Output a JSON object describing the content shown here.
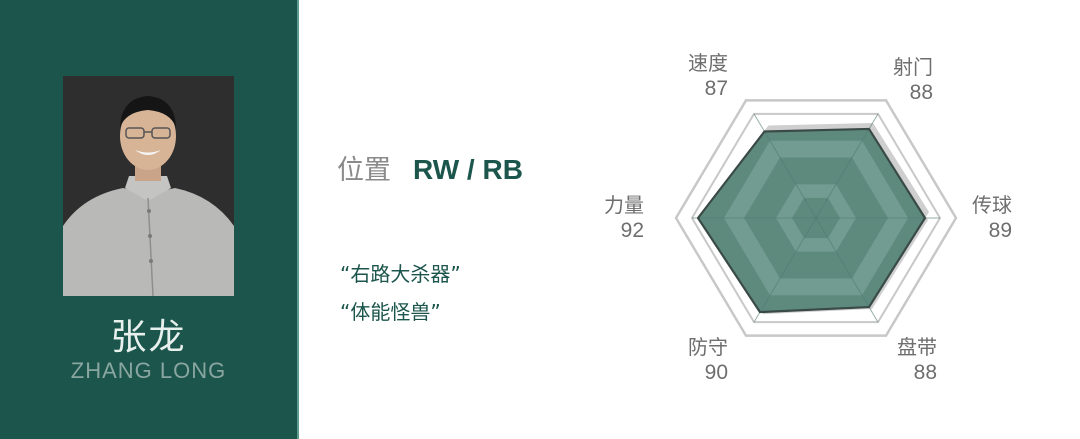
{
  "profile": {
    "name_cn": "张龙",
    "name_en": "ZHANG LONG",
    "photo": "portrait-photo"
  },
  "position": {
    "label": "位置",
    "value": "RW / RB"
  },
  "nicknames": [
    "“右路大杀器”",
    "“体能怪兽”"
  ],
  "colors": {
    "panel": "#1b554c",
    "accent_text": "#1b554c",
    "radar_fill": "#5e8a7e",
    "radar_band": "#729c91",
    "radar_outline": "#3a4a46",
    "grid": "#c8c8c8"
  },
  "chart_data": {
    "type": "radar",
    "title": "",
    "categories": [
      "速度",
      "射门",
      "传球",
      "盘带",
      "防守",
      "力量"
    ],
    "series": [
      {
        "name": "张龙",
        "values": [
          87,
          88,
          89,
          88,
          90,
          92
        ]
      }
    ],
    "axis_order_clockwise_from_top_left": [
      "速度",
      "射门",
      "传球",
      "盘带",
      "防守",
      "力量"
    ],
    "labels": [
      {
        "name": "速度",
        "value": "87"
      },
      {
        "name": "射门",
        "value": "88"
      },
      {
        "name": "传球",
        "value": "89"
      },
      {
        "name": "盘带",
        "value": "88"
      },
      {
        "name": "防守",
        "value": "90"
      },
      {
        "name": "力量",
        "value": "92"
      }
    ]
  }
}
